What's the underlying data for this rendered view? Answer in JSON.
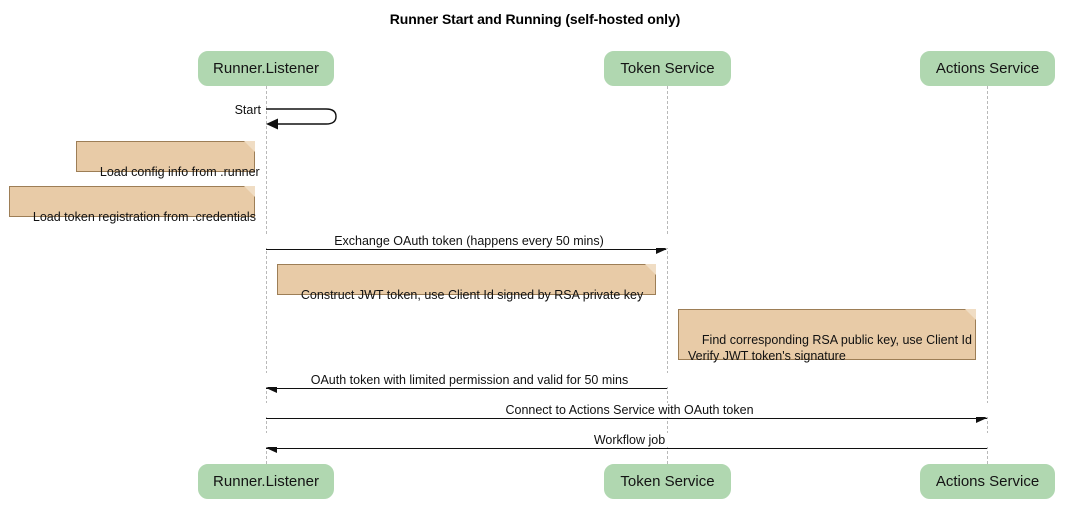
{
  "title": "Runner Start and Running (self-hosted only)",
  "colors": {
    "participant_fill": "#b0d7b0",
    "note_fill": "#e8cba7",
    "note_border": "#9d7e56",
    "lifeline": "#b9b9b9",
    "line": "#101010",
    "background": "#ffffff"
  },
  "participants": [
    {
      "id": "runner",
      "label": "Runner.Listener"
    },
    {
      "id": "token",
      "label": "Token Service"
    },
    {
      "id": "actions",
      "label": "Actions Service"
    }
  ],
  "participants_bottom": [
    {
      "id": "runner",
      "label": "Runner.Listener"
    },
    {
      "id": "token",
      "label": "Token Service"
    },
    {
      "id": "actions",
      "label": "Actions Service"
    }
  ],
  "self_messages": [
    {
      "id": "start",
      "label": "Start",
      "from": "runner",
      "to": "runner"
    }
  ],
  "notes": [
    {
      "id": "note-load-config",
      "lines": "Load config info from .runner"
    },
    {
      "id": "note-load-token",
      "lines": "Load token registration from .credentials"
    },
    {
      "id": "note-construct-jwt",
      "lines": "Construct JWT token, use Client Id signed by RSA private key"
    },
    {
      "id": "note-verify-jwt",
      "lines": "Find corresponding RSA public key, use Client Id\nVerify JWT token's signature"
    }
  ],
  "messages": [
    {
      "id": "msg-exchange-oauth",
      "label": "Exchange OAuth token (happens every 50 mins)",
      "from": "runner",
      "to": "token",
      "direction": "right"
    },
    {
      "id": "msg-oauth-return",
      "label": "OAuth token with limited permission and valid for 50 mins",
      "from": "token",
      "to": "runner",
      "direction": "left"
    },
    {
      "id": "msg-connect-actions",
      "label": "Connect to Actions Service with OAuth token",
      "from": "runner",
      "to": "actions",
      "direction": "right"
    },
    {
      "id": "msg-workflow-job",
      "label": "Workflow job",
      "from": "actions",
      "to": "runner",
      "direction": "left"
    }
  ]
}
